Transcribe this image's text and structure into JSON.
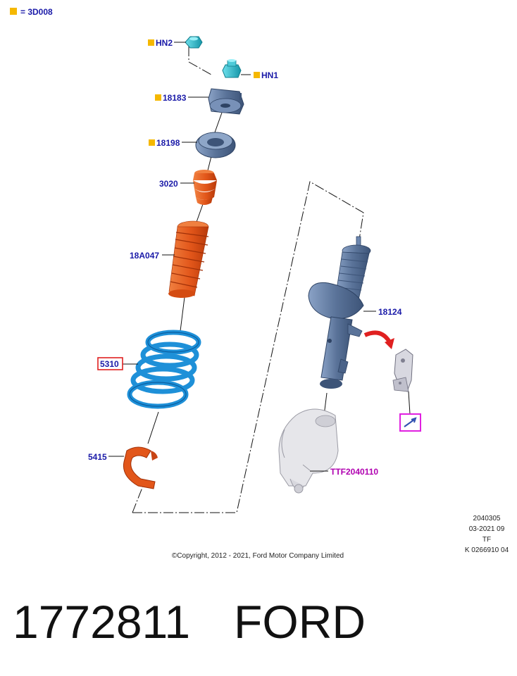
{
  "legend": {
    "text": "= 3D008",
    "swatch_color": "#f5b800"
  },
  "labels": {
    "hn2": "HN2",
    "hn1": "HN1",
    "l18183": "18183",
    "l18198": "18198",
    "l3020": "3020",
    "l18a047": "18A047",
    "l18124": "18124",
    "l5310": "5310",
    "l5415": "5415",
    "ttf": "TTF2040110"
  },
  "metadata": [
    "2040305",
    "03-2021 09",
    "TF",
    "K 0266910 04"
  ],
  "copyright": "©Copyright, 2012 - 2021, Ford Motor Company Limited",
  "footer": {
    "part_number": "1772811",
    "brand": "FORD"
  },
  "colors": {
    "label_blue": "#1a1aa8",
    "orange_marker": "#f5b800",
    "highlight_red": "#e02020",
    "highlight_magenta": "#e020e0",
    "spring_blue": "#1e90d8",
    "rubber_orange": "#e2561a",
    "steel_blue": "#5f7aa3",
    "teal_nut": "#22b8c8"
  }
}
